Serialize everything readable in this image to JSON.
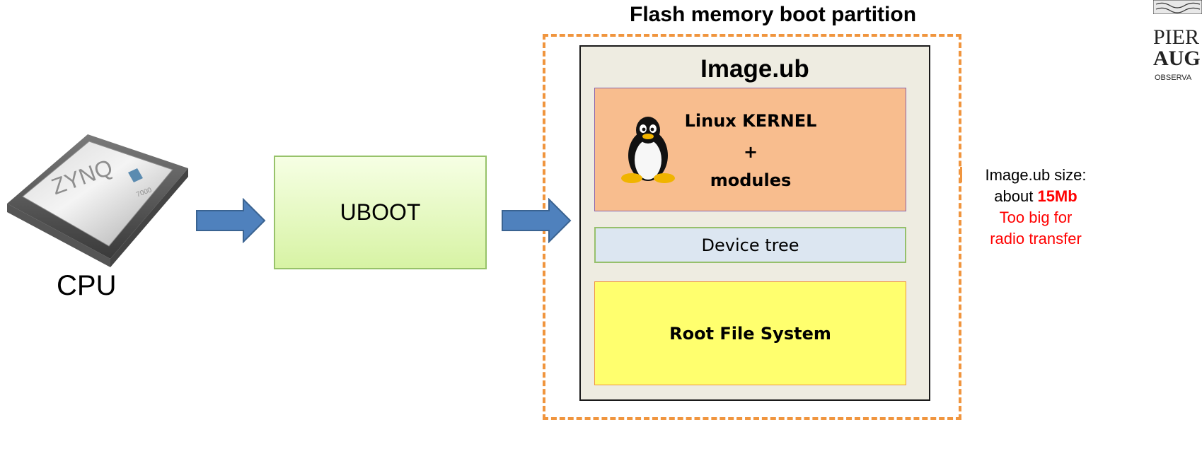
{
  "cpu": {
    "chip_text": "ZYNQ",
    "chip_subtext": "7000",
    "label": "CPU"
  },
  "uboot": {
    "label": "UBOOT"
  },
  "flash": {
    "title": "Flash memory boot partition"
  },
  "image_ub": {
    "title": "Image.ub",
    "kernel": {
      "line1": "Linux KERNEL",
      "line2": "+",
      "line3": "modules"
    },
    "device_tree": "Device tree",
    "root_fs": "Root File System"
  },
  "side_note": {
    "line1": "Image.ub size:",
    "line2_prefix": "about ",
    "line2_value": "15Mb",
    "line3": "Too big for",
    "line4": "radio transfer"
  },
  "logo": {
    "line1": "PIER",
    "line2": "AUG",
    "line3": "OBSERVA"
  },
  "colors": {
    "arrow_blue": "#4f81bd",
    "dashed_orange": "#f0953e",
    "kernel_fill": "#f8bd8e",
    "rootfs_fill": "#ffff6e",
    "device_tree_fill": "#dce6f1",
    "emphasis_red": "#ff0000"
  }
}
